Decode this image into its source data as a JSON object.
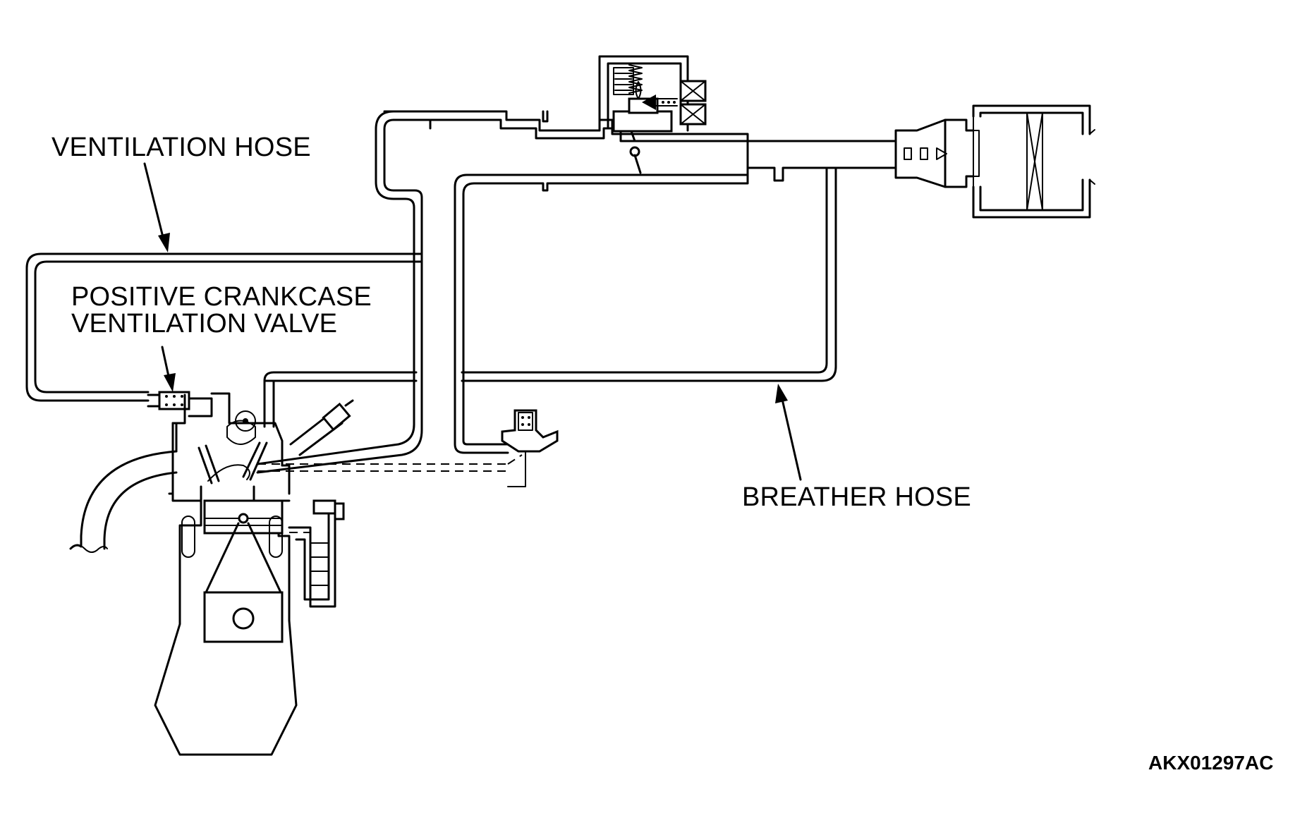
{
  "labels": {
    "ventilation_hose": "VENTILATION HOSE",
    "pcv_valve_line1": "POSITIVE CRANKCASE",
    "pcv_valve_line2": "VENTILATION VALVE",
    "breather_hose": "BREATHER HOSE"
  },
  "figure_code": "AKX01297AC",
  "icons": {
    "arrow": "leader-arrow",
    "valve": "pcv-valve-icon",
    "filter": "air-cleaner-icon"
  }
}
